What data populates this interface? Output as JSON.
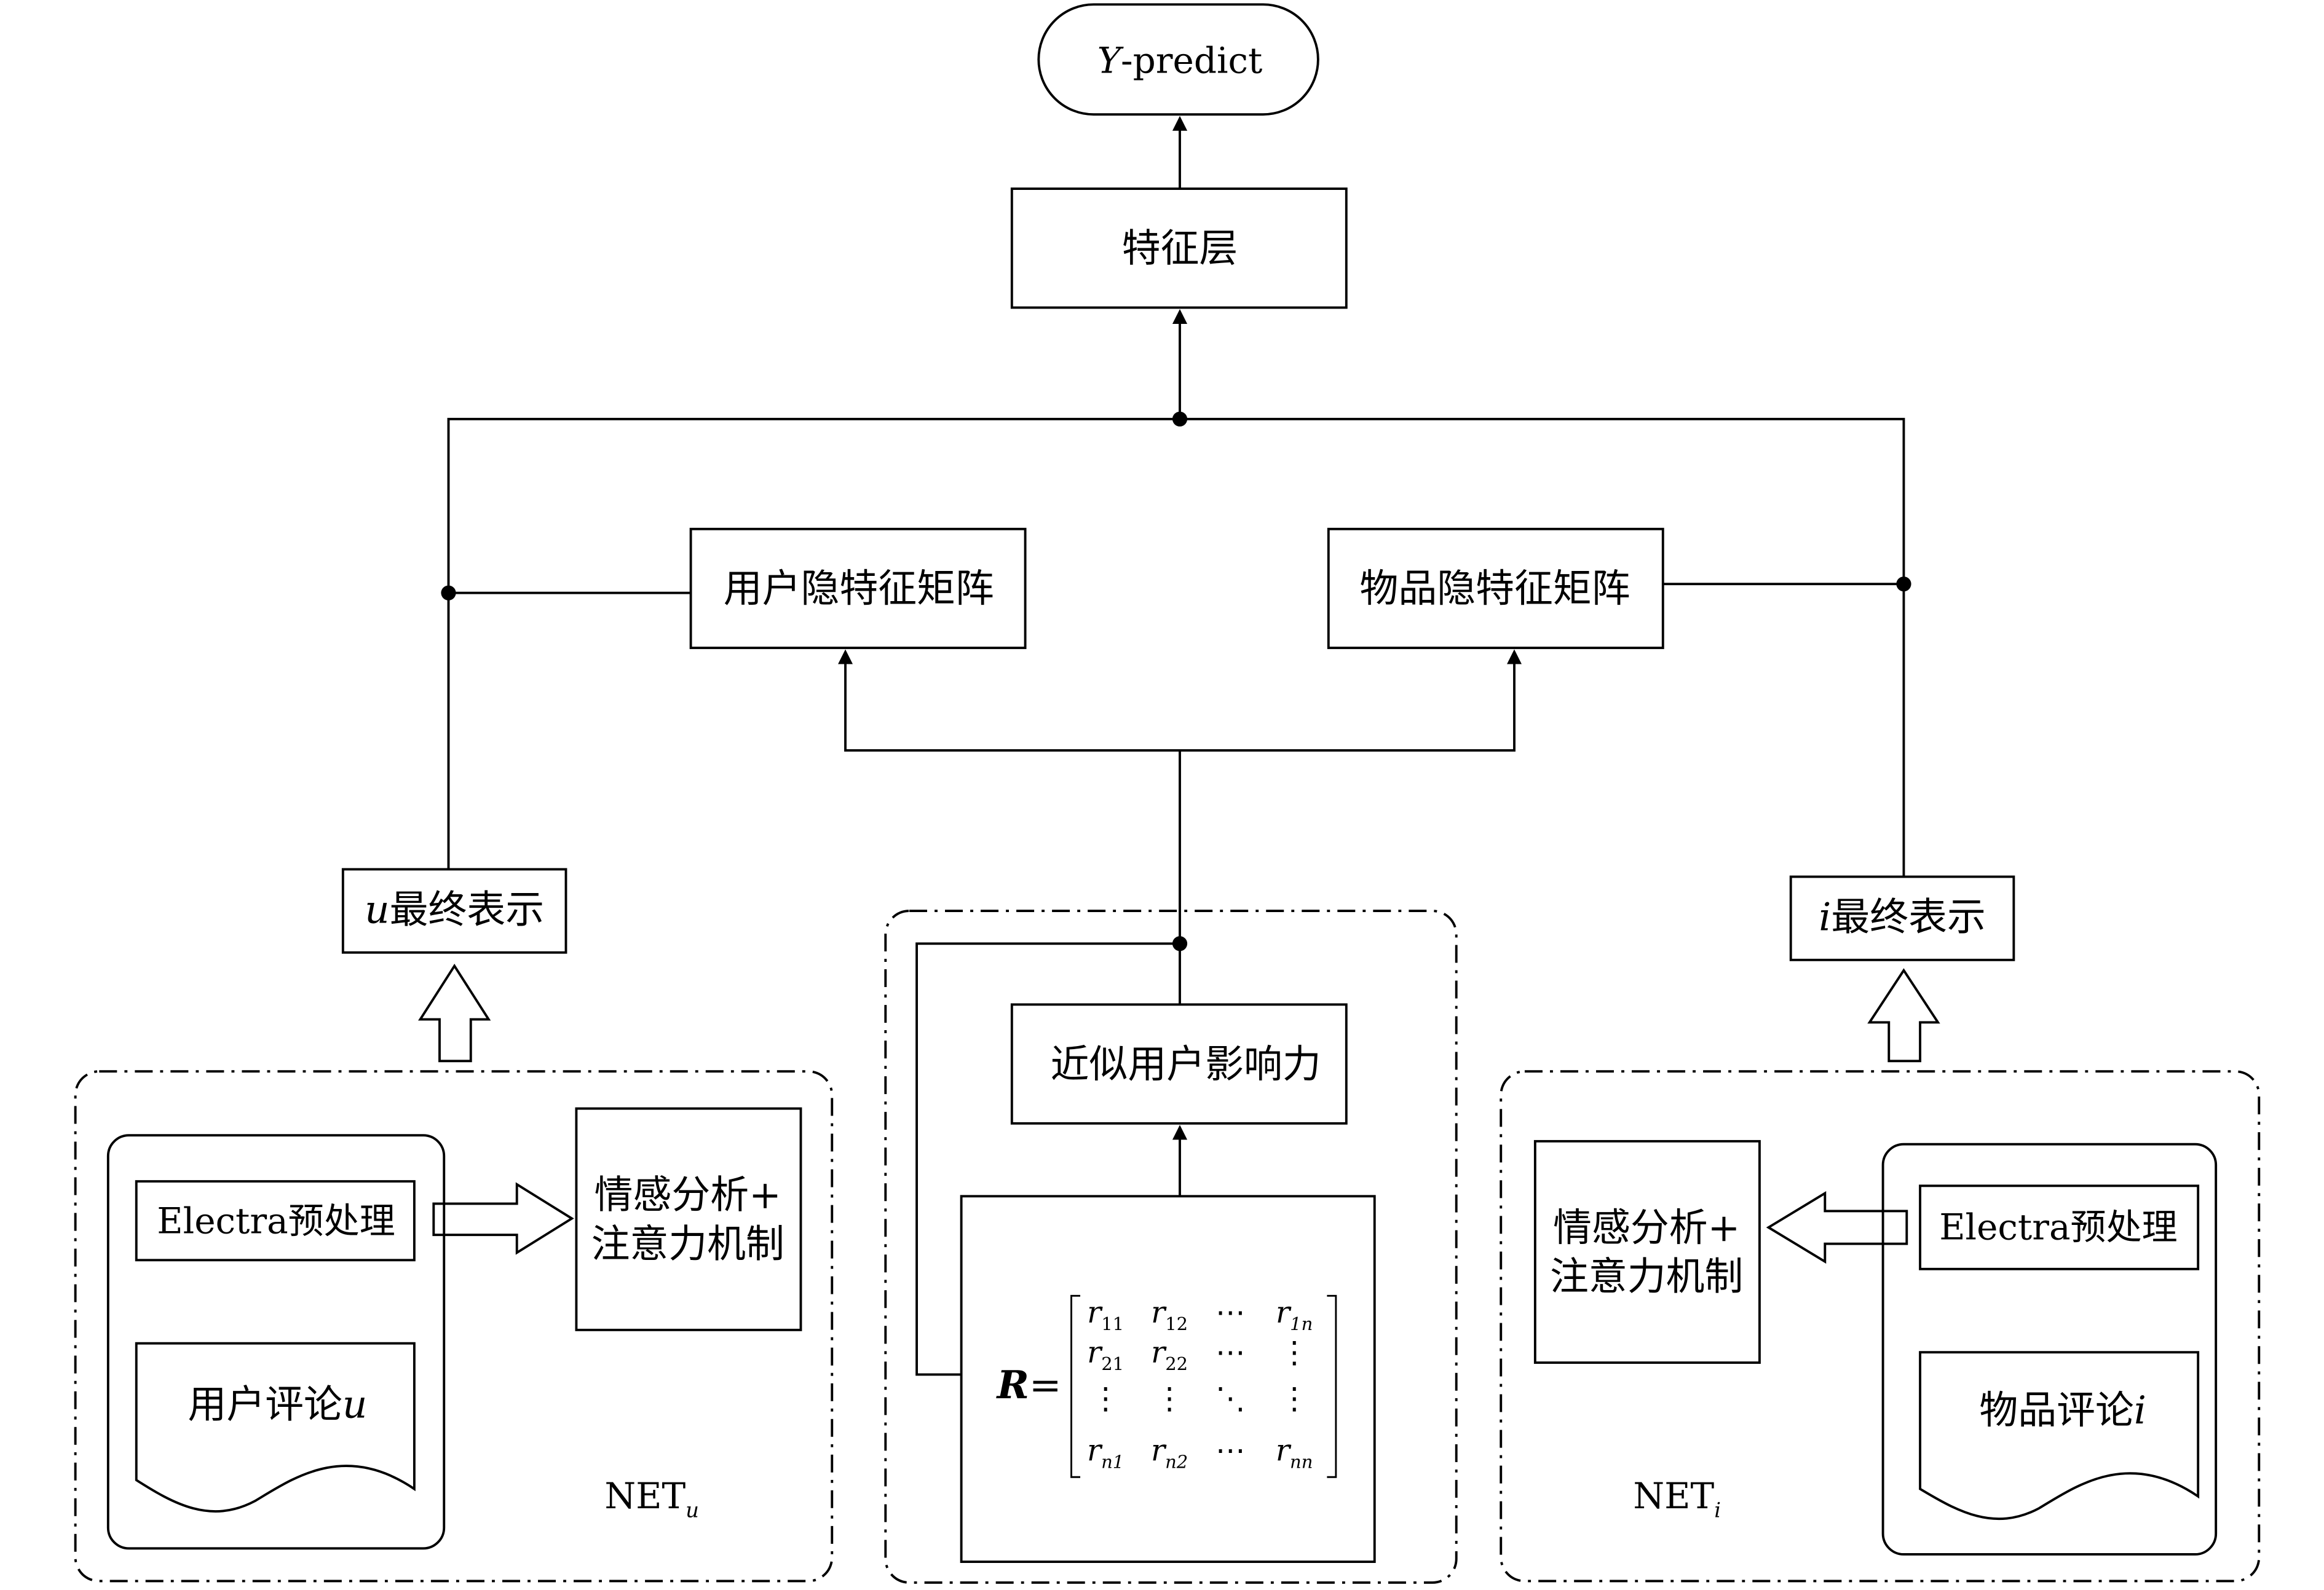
{
  "output": {
    "y_var": "Y",
    "y_suffix": "-predict"
  },
  "feature_layer": "特征层",
  "user_latent": "用户隐特征矩阵",
  "item_latent": "物品隐特征矩阵",
  "user_final": {
    "var": "u",
    "label": "最终表示"
  },
  "item_final": {
    "var": "i",
    "label": "最终表示"
  },
  "similar_influence": "近似用户影响力",
  "net_u": {
    "preprocess": "Electra预处理",
    "review_label": "用户评论",
    "review_var": "u",
    "sentiment_line1": "情感分析+",
    "sentiment_line2": "注意力机制",
    "name": "NET",
    "name_sub": "u"
  },
  "net_i": {
    "preprocess": "Electra预处理",
    "review_label": "物品评论",
    "review_var": "i",
    "sentiment_line1": "情感分析+",
    "sentiment_line2": "注意力机制",
    "name": "NET",
    "name_sub": "i"
  },
  "matrix": {
    "symbol": "R",
    "equals": "=",
    "rows": [
      [
        {
          "v": "r",
          "s": "11"
        },
        {
          "v": "r",
          "s": "12"
        },
        {
          "v": "⋯",
          "s": ""
        },
        {
          "v": "r",
          "s": "1n"
        }
      ],
      [
        {
          "v": "r",
          "s": "21"
        },
        {
          "v": "r",
          "s": "22"
        },
        {
          "v": "⋯",
          "s": ""
        },
        {
          "v": "⋮",
          "s": ""
        }
      ],
      [
        {
          "v": "⋮",
          "s": ""
        },
        {
          "v": "⋮",
          "s": ""
        },
        {
          "v": "⋱",
          "s": ""
        },
        {
          "v": "⋮",
          "s": ""
        }
      ],
      [
        {
          "v": "r",
          "s": "n1"
        },
        {
          "v": "r",
          "s": "n2"
        },
        {
          "v": "⋯",
          "s": ""
        },
        {
          "v": "r",
          "s": "nn"
        }
      ]
    ]
  }
}
